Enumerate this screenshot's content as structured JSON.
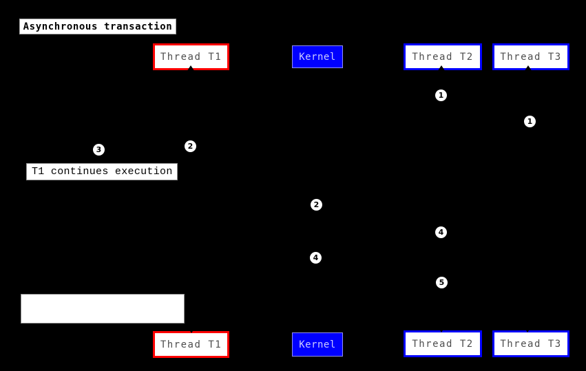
{
  "diagram": {
    "type": "sequence-diagram",
    "title": "Asynchronous transaction",
    "background": "#000000"
  },
  "palette": {
    "thread_t1_border": "#ff0000",
    "thread_t2_border": "#0000ff",
    "thread_t3_border": "#0000ff",
    "kernel_fill": "#0000ff",
    "kernel_text": "#ccccff",
    "participant_fill": "#ffffff",
    "participant_text": "#4d4d4d",
    "note_fill": "#ffffff",
    "note_text": "#000000",
    "marker_fill": "#ffffff",
    "marker_text": "#000000"
  },
  "participants": [
    {
      "label": "Thread T1"
    },
    {
      "label": "Kernel"
    },
    {
      "label": "Thread T2"
    },
    {
      "label": "Thread T3"
    }
  ],
  "notes": [
    {
      "text": "T1 continues execution"
    },
    {
      "text": ""
    }
  ],
  "markers": [
    {
      "number": "1"
    },
    {
      "number": "1"
    },
    {
      "number": "2"
    },
    {
      "number": "3"
    },
    {
      "number": "2"
    },
    {
      "number": "4"
    },
    {
      "number": "4"
    },
    {
      "number": "5"
    }
  ]
}
